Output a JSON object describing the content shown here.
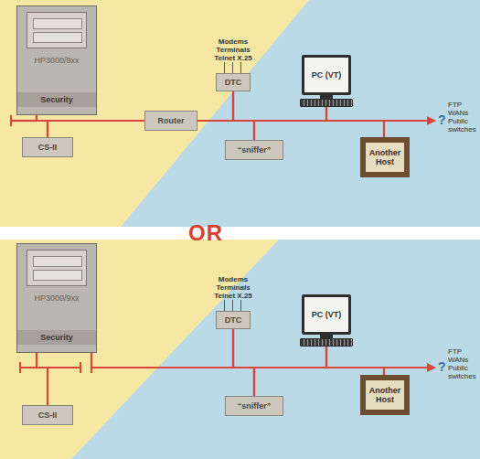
{
  "diagram": {
    "nodes": [
      {
        "text": [
          "HP3000/9xx",
          "Security"
        ]
      },
      {
        "text": [
          "CS-II"
        ]
      },
      {
        "text": [
          "Router"
        ]
      },
      {
        "text": [
          "Modems Terminals Telnet X.25",
          "DTC"
        ]
      },
      {
        "text": [
          "PC (VT)"
        ]
      },
      {
        "text": [
          "“sniffer”"
        ]
      },
      {
        "text": [
          "Another Host"
        ]
      },
      {
        "text": [
          "HP3000/9xx",
          "Security"
        ]
      },
      {
        "text": [
          "CS-II"
        ]
      },
      {
        "text": [
          "Modems Terminals Telnet X.25",
          "DTC"
        ]
      },
      {
        "text": [
          "PC (VT)"
        ]
      },
      {
        "text": [
          "“sniffer”"
        ]
      },
      {
        "text": [
          "Another Host"
        ]
      }
    ],
    "edges": [
      {
        "from": 0,
        "to": 1,
        "arrow": "none"
      },
      {
        "from": 1,
        "to": 2,
        "arrow": "none"
      },
      {
        "from": 2,
        "to": 3,
        "arrow": "none"
      },
      {
        "from": 3,
        "to": 5,
        "arrow": "none"
      },
      {
        "from": 5,
        "to": 4,
        "arrow": "none"
      },
      {
        "from": 4,
        "to": 6,
        "arrow": "none"
      },
      {
        "from": 7,
        "to": 8,
        "arrow": "none"
      },
      {
        "from": 7,
        "to": 9,
        "arrow": "none"
      },
      {
        "from": 9,
        "to": 11,
        "arrow": "none"
      },
      {
        "from": 11,
        "to": 10,
        "arrow": "none"
      },
      {
        "from": 10,
        "to": 12,
        "arrow": "none"
      }
    ],
    "labels": [
      "?",
      "FTP WANs Public switches",
      "OR",
      "?",
      "FTP WANs Public switches"
    ]
  }
}
